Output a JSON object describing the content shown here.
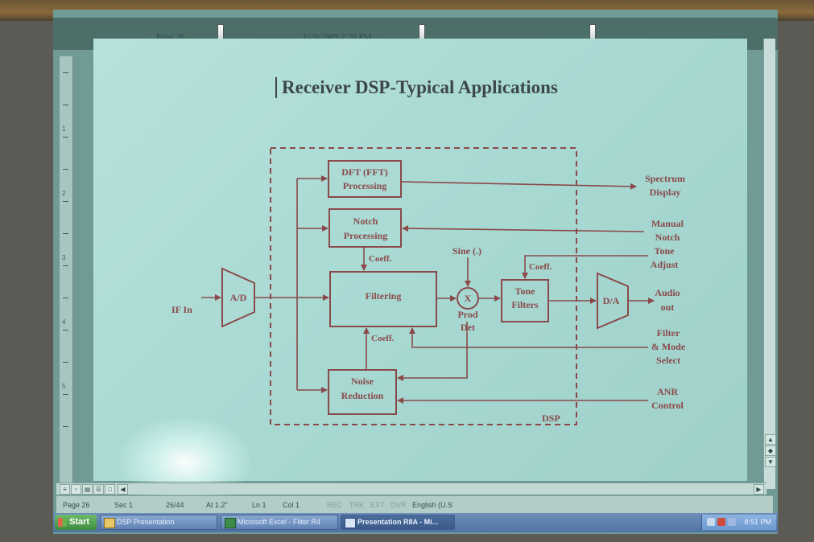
{
  "header": {
    "page_label": "Page 26",
    "datetime": "1/20/2009  7:20 PM"
  },
  "document": {
    "title": "Receiver DSP-Typical Applications"
  },
  "diagram": {
    "input_label": "IF In",
    "ad_label": "A/D",
    "da_label": "D/A",
    "dft_line1": "DFT (FFT)",
    "dft_line2": "Processing",
    "notch_line1": "Notch",
    "notch_line2": "Processing",
    "filtering": "Filtering",
    "noise_line1": "Noise",
    "noise_line2": "Reduction",
    "tone_line1": "Tone",
    "tone_line2": "Filters",
    "multiplier_symbol": "X",
    "prod_line1": "Prod",
    "prod_line2": "Det",
    "sine_label": "Sine (.)",
    "coeff_1": "Coeff.",
    "coeff_2": "Coeff.",
    "coeff_3": "Coeff.",
    "dsp_label": "DSP",
    "out_spectrum_1": "Spectrum",
    "out_spectrum_2": "Display",
    "in_manual_1": "Manual",
    "in_manual_2": "Notch",
    "in_tone_1": "Tone",
    "in_tone_2": "Adjust",
    "out_audio_1": "Audio",
    "out_audio_2": "out",
    "in_filter_1": "Filter",
    "in_filter_2": "& Mode",
    "in_filter_3": "Select",
    "in_anr_1": "ANR",
    "in_anr_2": "Control"
  },
  "ruler": {
    "numbers": [
      "1",
      "2",
      "3",
      "4",
      "5"
    ]
  },
  "statusbar": {
    "page": "Page 26",
    "section": "Sec 1",
    "page_count": "26/44",
    "at": "At 1.2\"",
    "line": "Ln 1",
    "col": "Col 1",
    "rec": "REC",
    "trk": "TRK",
    "ext": "EXT",
    "ovr": "OVR",
    "language": "English (U.S"
  },
  "taskbar": {
    "start": "Start",
    "items": [
      {
        "label": "DSP Presentation"
      },
      {
        "label": "Microsoft Excel - Filter R4"
      },
      {
        "label": "Presentation R8A - Mi..."
      }
    ],
    "clock": "8:51 PM"
  },
  "colors": {
    "page_bg": "#a7d8d2",
    "diagram_ink": "#8a4a4a",
    "taskbar": "#5b7fb0",
    "start_green": "#4f9f4c"
  }
}
